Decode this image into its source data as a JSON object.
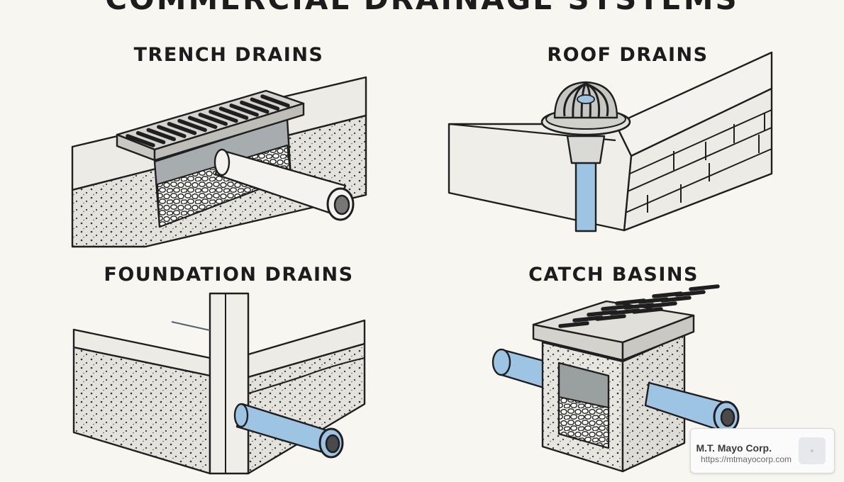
{
  "title": "COMMERCIAL DRAINAGE SYSTEMS",
  "panels": [
    {
      "label": "TRENCH DRAINS"
    },
    {
      "label": "ROOF DRAINS"
    },
    {
      "label": "FOUNDATION DRAINS"
    },
    {
      "label": "CATCH BASINS"
    }
  ],
  "colors": {
    "background": "#f8f6f1",
    "concrete": "#ebeae5",
    "soil": "#e3e1db",
    "pipe_blue": "#9ec4e4",
    "grate": "#3b3b3b",
    "outline": "#1f1f1f"
  },
  "icons": [
    "trench-grate-icon",
    "roof-drain-dome-icon",
    "pipe-icon",
    "catch-basin-grate-icon",
    "link-icon"
  ],
  "watermark": {
    "name": "M.T. Mayo Corp.",
    "url": "https://mtmayocorp.com"
  }
}
